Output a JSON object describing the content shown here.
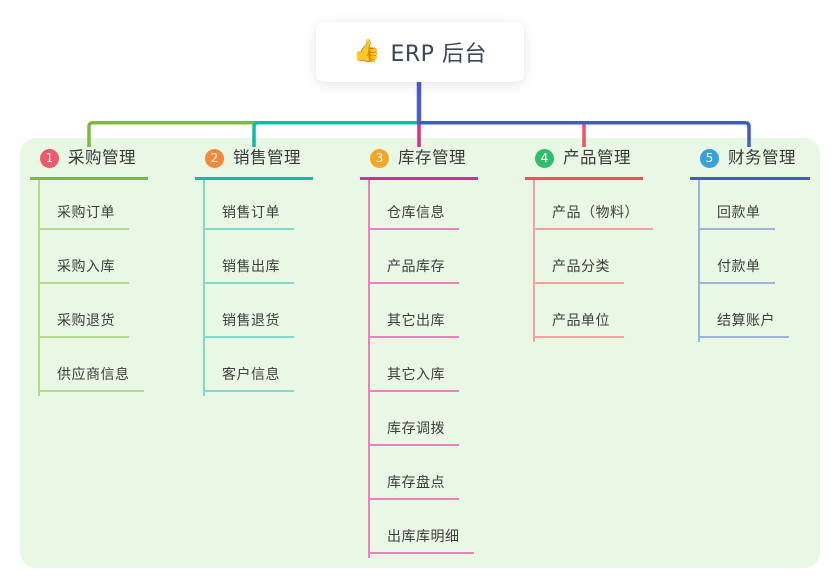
{
  "root": {
    "title": "ERP 后台",
    "icon": "thumbs-up",
    "icon_glyph": "👍"
  },
  "panel": {
    "background_color": "#e9f7e5"
  },
  "trunk_color": "#4a5fc9",
  "columns": [
    {
      "index": "1",
      "title": "采购管理",
      "badge_color": "#f0586b",
      "line_color": "#7eba3e",
      "item_line_color": "#b4db8a",
      "items": [
        "采购订单",
        "采购入库",
        "采购退货",
        "供应商信息"
      ]
    },
    {
      "index": "2",
      "title": "销售管理",
      "badge_color": "#f5893b",
      "line_color": "#11bca7",
      "item_line_color": "#7fdacc",
      "items": [
        "销售订单",
        "销售出库",
        "销售退货",
        "客户信息"
      ]
    },
    {
      "index": "3",
      "title": "库存管理",
      "badge_color": "#f5a623",
      "line_color": "#d23092",
      "item_line_color": "#ee80be",
      "items": [
        "仓库信息",
        "产品库存",
        "其它出库",
        "其它入库",
        "库存调拨",
        "库存盘点",
        "出库库明细"
      ]
    },
    {
      "index": "4",
      "title": "产品管理",
      "badge_color": "#2fbe70",
      "line_color": "#f4505f",
      "item_line_color": "#f89ea4",
      "items": [
        "产品（物料）",
        "产品分类",
        "产品单位"
      ]
    },
    {
      "index": "5",
      "title": "财务管理",
      "badge_color": "#38a1db",
      "line_color": "#3e5cc6",
      "item_line_color": "#9eb1e0",
      "items": [
        "回款单",
        "付款单",
        "结算账户"
      ]
    }
  ]
}
